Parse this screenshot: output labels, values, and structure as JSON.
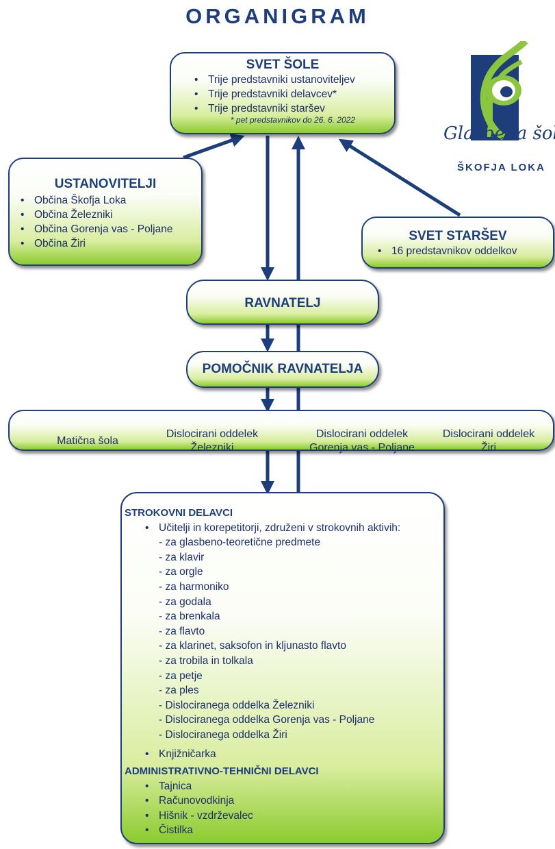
{
  "title": "ORGANIGRAM",
  "svet_sole": {
    "title": "SVET ŠOLE",
    "items": [
      "Trije predstavniki ustanoviteljev",
      "Trije predstavniki delavcev*",
      "Trije predstavniki staršev"
    ],
    "note": "* pet predstavnikov do 26. 6. 2022"
  },
  "ustanovitelji": {
    "title": "USTANOVITELJI",
    "items": [
      "Občina Škofja Loka",
      "Občina Železniki",
      "Občina Gorenja vas - Poljane",
      "Občina Žiri"
    ]
  },
  "svet_starsev": {
    "title": "SVET STARŠEV",
    "items": [
      "16 predstavnikov oddelkov"
    ]
  },
  "ravnatelj": {
    "title": "RAVNATELJ"
  },
  "pomocnik": {
    "title": "POMOČNIK RAVNATELJA"
  },
  "units": [
    {
      "line1": "Matična šola",
      "line2": ""
    },
    {
      "line1": "Dislocirani oddelek",
      "line2": "Železniki"
    },
    {
      "line1": "Dislocirani oddelek",
      "line2": "Gorenja vas - Poljane"
    },
    {
      "line1": "Dislocirani oddelek",
      "line2": "Žiri"
    }
  ],
  "staff": {
    "strokovni_title": "STROKOVNI DELAVCI",
    "teachers_bullet": "Učitelji in korepetitorji, združeni v strokovnih aktivih:",
    "aktivi": [
      "- za glasbeno-teoretične predmete",
      "- za klavir",
      "- za orgle",
      "- za harmoniko",
      "- za godala",
      "- za brenkala",
      "- za flavto",
      "- za klarinet, saksofon in kljunasto flavto",
      "- za trobila in tolkala",
      "- za petje",
      "- za ples",
      "- Dislociranega oddelka Železniki",
      "- Dislociranega oddelka Gorenja vas - Poljane",
      "- Dislociranega oddelka Žiri"
    ],
    "librarian": "Knjižničarka",
    "admin_title": "ADMINISTRATIVNO-TEHNIČNI DELAVCI",
    "admin_items": [
      "Tajnica",
      "Računovodkinja",
      "Hišnik - vzdrževalec",
      "Čistilka"
    ]
  },
  "logo": {
    "name": "Glasbena šola",
    "place": "ŠKOFJA LOKA",
    "icon": "music-school-logo",
    "colors": {
      "navy": "#1d3e7a",
      "green": "#8cc63f"
    }
  },
  "colors": {
    "navy": "#1d3e7a",
    "green": "#8ccb2e"
  }
}
